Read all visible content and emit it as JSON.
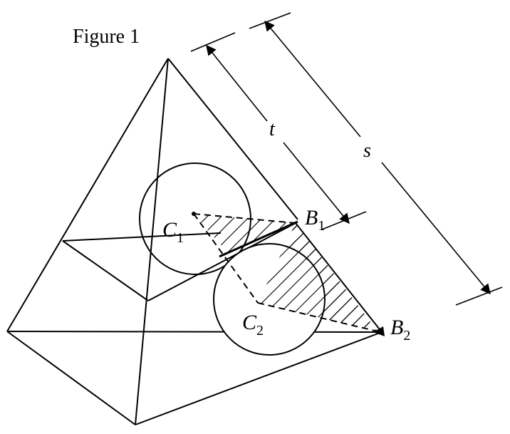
{
  "figure": {
    "title": "Figure 1",
    "points": {
      "c1": {
        "letter": "C",
        "sub": "1"
      },
      "c2": {
        "letter": "C",
        "sub": "2"
      },
      "b1": {
        "letter": "B",
        "sub": "1"
      },
      "b2": {
        "letter": "B",
        "sub": "2"
      }
    },
    "dimensions": {
      "t": "t",
      "s": "s"
    }
  }
}
